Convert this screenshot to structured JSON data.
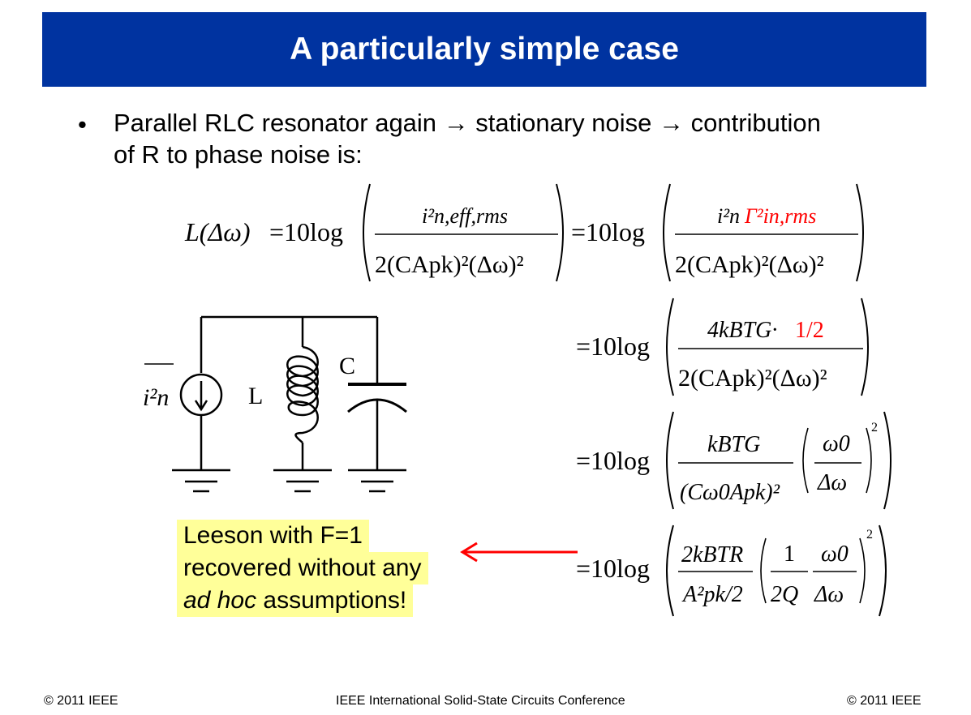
{
  "slide": {
    "title": "A particularly simple case",
    "bullet_marker": "•",
    "bullet_line1": "Parallel RLC resonator again → stationary noise → contribution",
    "bullet_line2": "of R to phase noise is:"
  },
  "equations": {
    "lhs": "L(Δω)",
    "eq_10log": "=10log",
    "lhs_eq_10log": "=10log",
    "eq1_num": "i²n,eff,rms",
    "eq1_den": "2(CApk)²(Δω)²",
    "eq2_num_black": "i²n",
    "eq2_num_red": "Γ²in,rms",
    "eq2_den": "2(CApk)²(Δω)²",
    "eq3_num_black": "4kBTG·",
    "eq3_num_red": "1/2",
    "eq3_den": "2(CApk)²(Δω)²",
    "eq4_num": "kBTG",
    "eq4_den": "(Cω0Apk)²",
    "eq4_frac_num": "ω0",
    "eq4_frac_den": "Δω",
    "eq5_num": "2kBTR",
    "eq5_den": "A²pk/2",
    "eq5_f1_num": "1",
    "eq5_f1_den": "2Q",
    "eq5_f2_num": "ω0",
    "eq5_f2_den": "Δω",
    "exp2": "2"
  },
  "circuit": {
    "source_label": "i²n",
    "inductor_label": "L",
    "capacitor_label": "C"
  },
  "callout": {
    "line1": "Leeson with F=1",
    "line2": "recovered without any",
    "line3_italic": "ad hoc",
    "line3_rest": " assumptions!",
    "highlight_color": "#ffff99",
    "arrow_color": "#ff0000"
  },
  "colors": {
    "title_bg": "#0033a0",
    "accent_red": "#ff0000"
  },
  "footer": {
    "left": "© 2011 IEEE",
    "center": "IEEE International Solid-State Circuits Conference",
    "right": "© 2011 IEEE"
  }
}
